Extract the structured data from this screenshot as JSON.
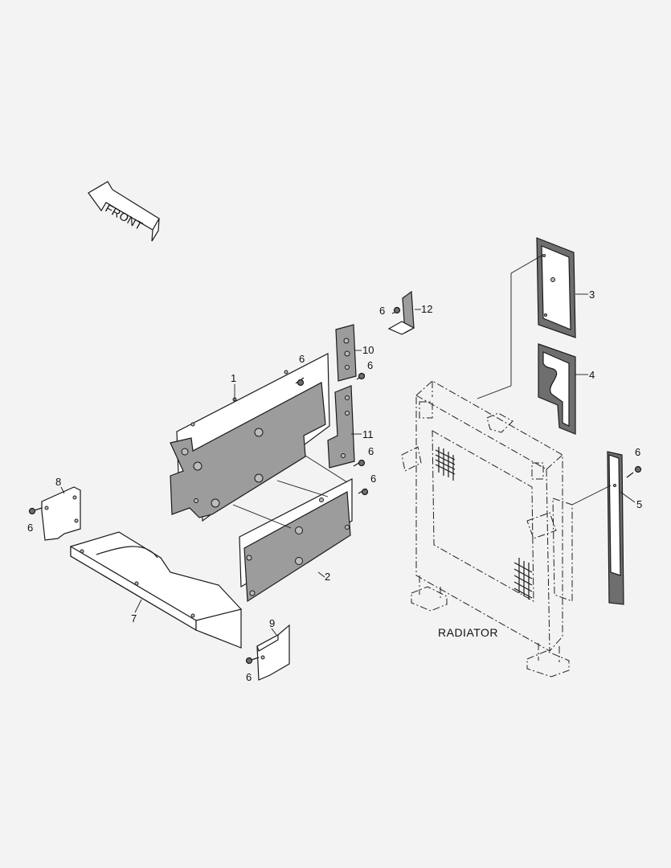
{
  "front_arrow_text": "FRONT",
  "radiator_label": "RADIATOR",
  "callouts": {
    "c1": "1",
    "c2": "2",
    "c3": "3",
    "c4": "4",
    "c5": "5",
    "c6": "6",
    "c7": "7",
    "c8": "8",
    "c9": "9",
    "c10": "10",
    "c11": "11",
    "c12": "12"
  }
}
